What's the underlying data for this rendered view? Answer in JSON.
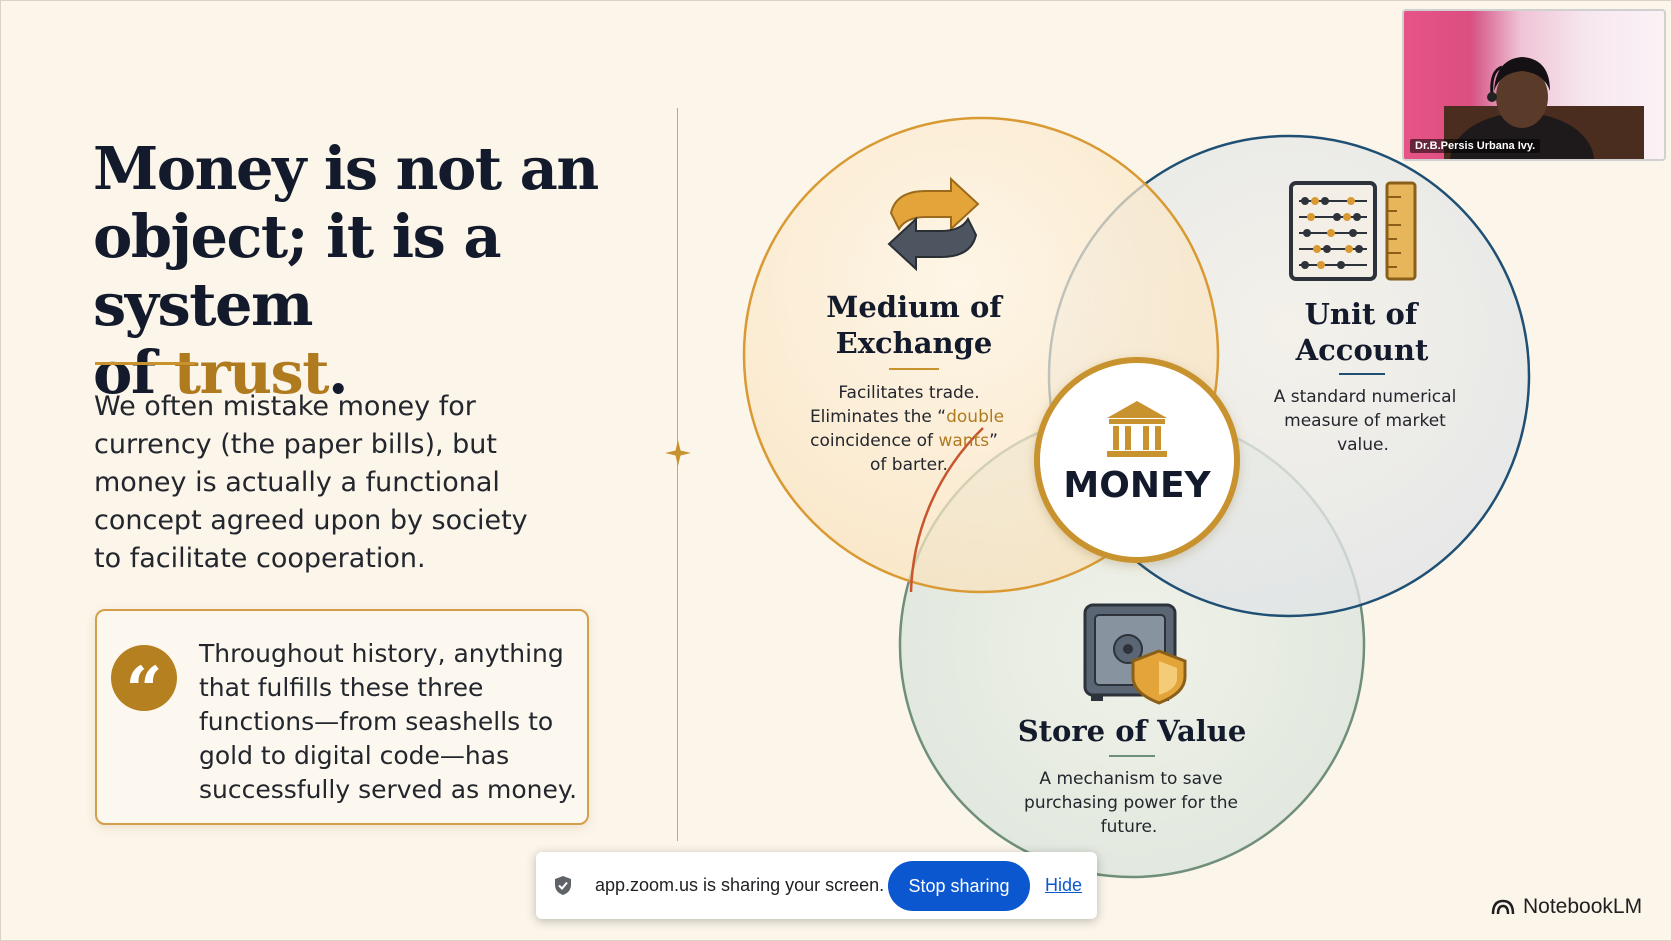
{
  "headline": {
    "line1": "Money is not an",
    "line2": "object; it is a system",
    "line3_prefix": "of ",
    "line3_accent": "trust",
    "line3_suffix": "."
  },
  "intro": {
    "line1": "We often mistake money for",
    "line2": "currency (the paper bills), but",
    "line3": "money is actually a functional",
    "line4": "concept agreed upon by society",
    "line5": "to facilitate cooperation."
  },
  "quote": {
    "mark": "“",
    "line1": "Throughout history, anything",
    "line2": "that fulfills these three",
    "line3": "functions—from seashells to",
    "line4": "gold to digital code—has",
    "line5": "successfully served as money."
  },
  "venn": {
    "center_label": "MONEY",
    "medium": {
      "title1": "Medium of",
      "title2": "Exchange",
      "desc1": "Facilitates trade.",
      "desc2a": "Eliminates the “",
      "desc2b": "double",
      "desc3a": "coincidence of ",
      "desc3b": "wants",
      "desc3c": "”",
      "desc4": "of barter.",
      "icon": "exchange-arrows-icon"
    },
    "unit": {
      "title1": "Unit of",
      "title2": "Account",
      "desc1": "A standard numerical",
      "desc2": "measure of market",
      "desc3": "value.",
      "icon": "abacus-ruler-icon"
    },
    "store": {
      "title": "Store of Value",
      "desc1": "A mechanism to save",
      "desc2": "purchasing power for the",
      "desc3": "future.",
      "icon": "safe-shield-icon"
    },
    "colors": {
      "medium": "#d99a33",
      "unit": "#1f4f73",
      "store": "#6f8f7a",
      "accent": "#c8922e"
    }
  },
  "webcam": {
    "name": "Dr.B.Persis Urbana Ivy."
  },
  "share_bar": {
    "message": "app.zoom.us is sharing your screen.",
    "stop_label": "Stop sharing",
    "hide_label": "Hide"
  },
  "brand": {
    "name": "NotebookLM"
  }
}
